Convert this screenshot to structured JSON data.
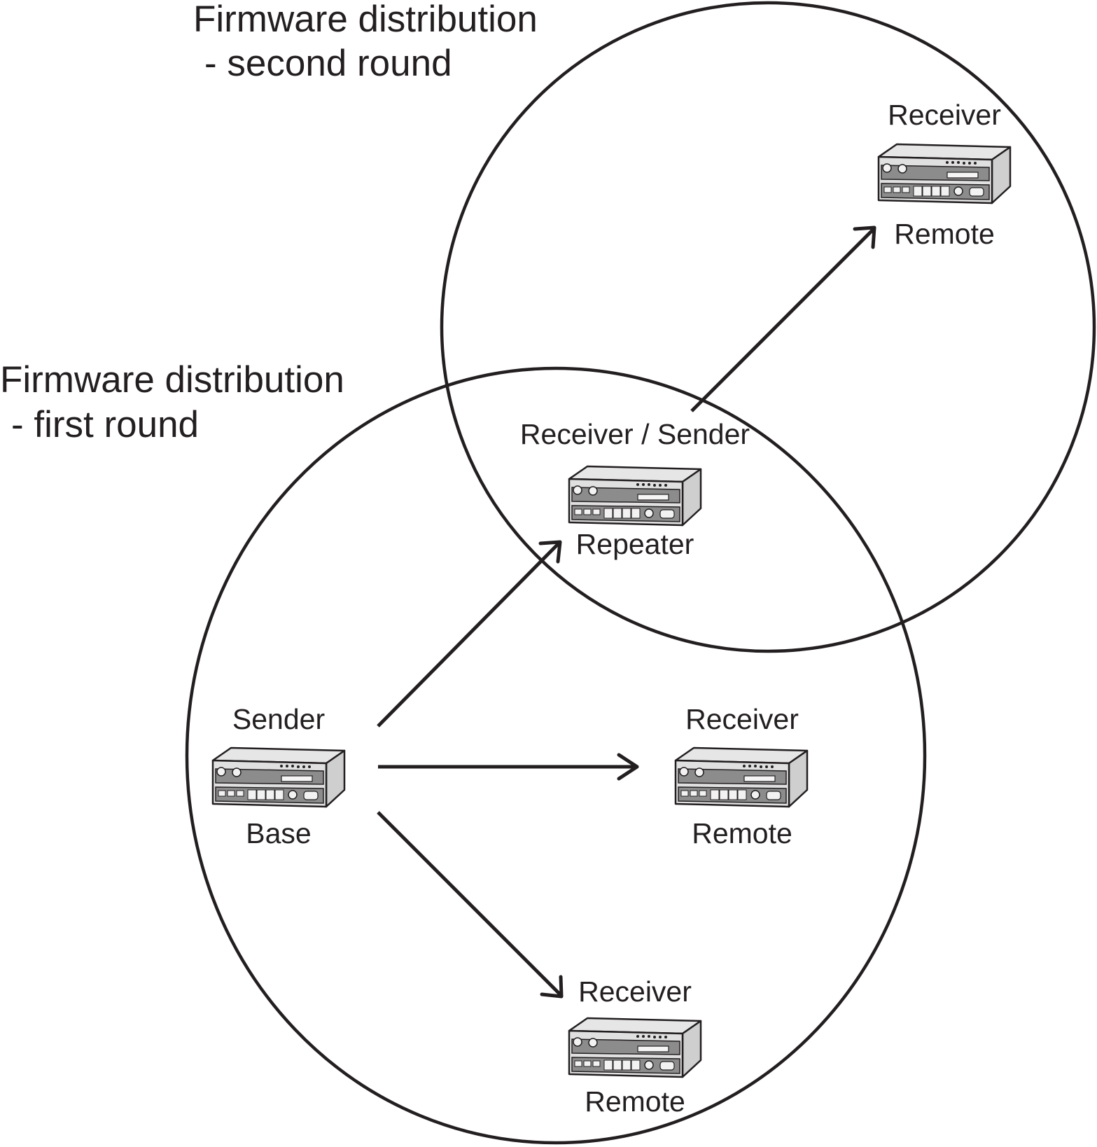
{
  "titles": {
    "second_round_line1": "Firmware distribution",
    "second_round_line2": "- second round",
    "first_round_line1": "Firmware distribution",
    "first_round_line2": "- first round"
  },
  "nodes": {
    "base": {
      "top": "Sender",
      "bottom": "Base"
    },
    "repeater": {
      "top": "Receiver / Sender",
      "bottom": "Repeater"
    },
    "remote_right": {
      "top": "Receiver",
      "bottom": "Remote"
    },
    "remote_bottom": {
      "top": "Receiver",
      "bottom": "Remote"
    },
    "remote_top": {
      "top": "Receiver",
      "bottom": "Remote"
    }
  },
  "colors": {
    "ink": "#231f20",
    "device_body": "#d9d9d9",
    "device_panel": "#8c8c8c"
  },
  "icons": {
    "device": "radio-device-icon"
  }
}
